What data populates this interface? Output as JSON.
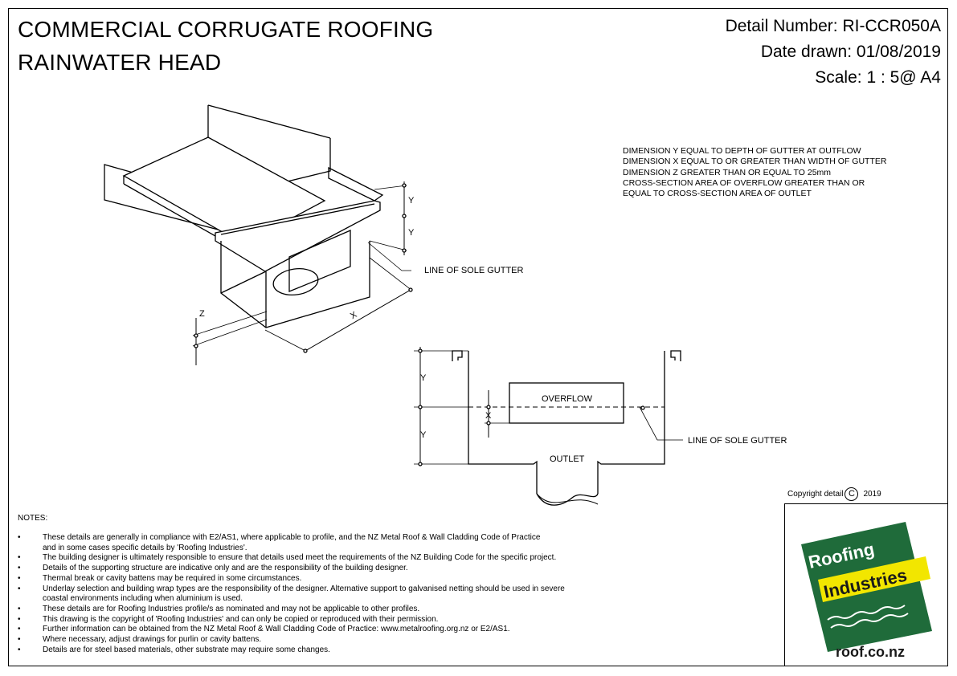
{
  "header": {
    "title_line1": "COMMERCIAL CORRUGATE ROOFING",
    "title_line2": "RAINWATER HEAD",
    "detail_number": "Detail Number:  RI-CCR050A",
    "date_drawn": "Date drawn:  01/08/2019",
    "scale": "Scale:   1 : 5@ A4"
  },
  "dimension_notes": [
    "DIMENSION Y EQUAL TO DEPTH OF GUTTER AT OUTFLOW",
    "DIMENSION X EQUAL TO OR GREATER THAN WIDTH OF GUTTER",
    "DIMENSION Z GREATER THAN OR EQUAL TO 25mm",
    "CROSS-SECTION AREA OF OVERFLOW GREATER THAN OR",
    "EQUAL TO CROSS-SECTION AREA OF OUTLET"
  ],
  "iso_view": {
    "label_y_upper": "Y",
    "label_y_lower": "Y",
    "label_x": "X",
    "label_z": "Z",
    "callout": "LINE OF SOLE GUTTER"
  },
  "section_view": {
    "label_y_upper": "Y",
    "label_x": "X",
    "label_y_lower": "Y",
    "overflow": "OVERFLOW",
    "outlet": "OUTLET",
    "callout": "LINE OF SOLE GUTTER"
  },
  "notes": {
    "heading": "NOTES:",
    "items": [
      "These details are generally in compliance with E2/AS1, where applicable to profile, and the NZ Metal Roof & Wall Cladding Code of Practice\nand in some cases specific details by 'Roofing Industries'.",
      "The building designer is ultimately responsible to ensure that details used meet the requirements of the NZ Building Code for the specific project.",
      "Details of the supporting structure are indicative only and are the responsibility of the building designer.",
      "Thermal break or cavity battens may be required in some circumstances.",
      "Underlay selection and building wrap types are the responsibility of the designer. Alternative support to galvanised netting should be used in severe\ncoastal environments including when aluminium is used.",
      "These details are for Roofing Industries profile/s as nominated and may not be applicable to other profiles.",
      "This drawing is the copyright of 'Roofing Industries' and can only be copied or reproduced with their permission.",
      "Further information can be obtained from the NZ Metal Roof & Wall Cladding Code of Practice:  www.metalroofing.org.nz or E2/AS1.",
      "Where necessary, adjust drawings for purlin or cavity battens.",
      "Details are for steel based materials, other substrate may require some changes."
    ]
  },
  "copyright": {
    "label": "Copyright detail",
    "symbol": "C",
    "year": "2019"
  },
  "logo": {
    "word1": "Roofing",
    "word2": "Industries",
    "url": "roof.co.nz",
    "green": "#1f6b3a",
    "yellow": "#f2e600"
  }
}
